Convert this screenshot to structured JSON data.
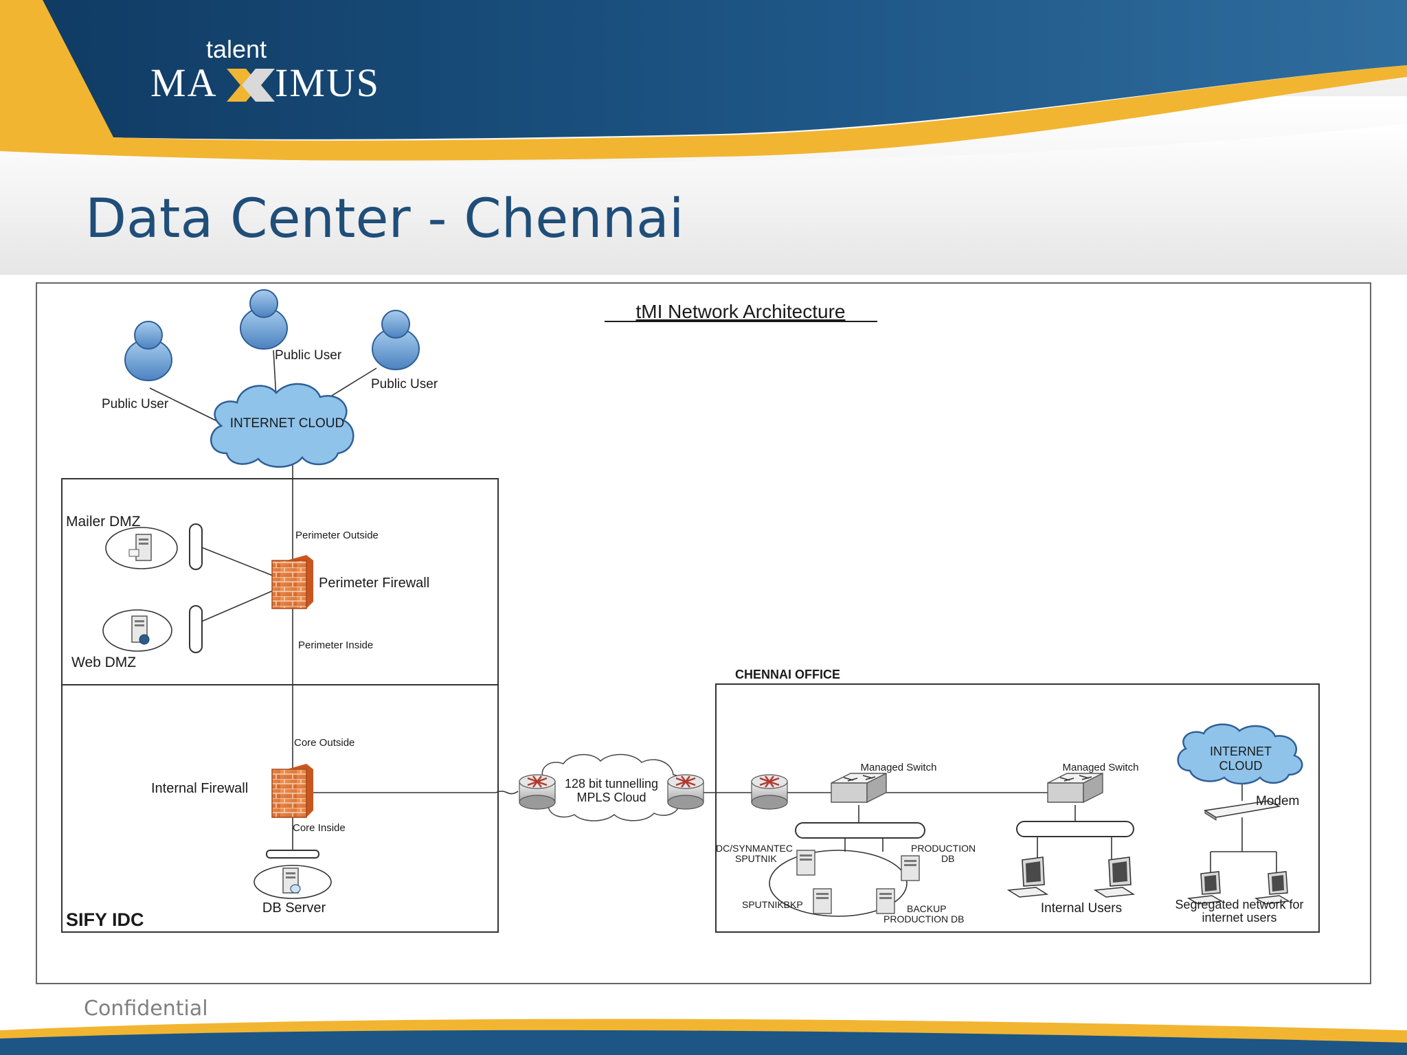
{
  "brand": {
    "logo_small": "talent",
    "logo_big_left": "MA",
    "logo_big_right": "IMUS"
  },
  "slide": {
    "title": "Data Center - Chennai",
    "footer": "Confidential"
  },
  "diagram": {
    "heading": "tMI Network Architecture",
    "public_user_left": "Public User",
    "public_user_center": "Public User",
    "public_user_right": "Public User",
    "internet_cloud": "INTERNET CLOUD",
    "mailer_dmz": "Mailer DMZ",
    "web_dmz": "Web DMZ",
    "perimeter_outside": "Perimeter Outside",
    "perimeter_firewall": "Perimeter Firewall",
    "perimeter_inside": "Perimeter Inside",
    "core_outside": "Core Outside",
    "internal_firewall": "Internal Firewall",
    "core_inside": "Core Inside",
    "db_server": "DB Server",
    "sify_idc": "SIFY IDC",
    "mpls_line1": "128 bit tunnelling",
    "mpls_line2": "MPLS Cloud",
    "chennai_office": "CHENNAI OFFICE",
    "managed_switch_1": "Managed Switch",
    "managed_switch_2": "Managed Switch",
    "dc_synmantec_line1": "DC/SYNMANTEC",
    "dc_synmantec_line2": "SPUTNIK",
    "production_db_line1": "PRODUCTION",
    "production_db_line2": "DB",
    "sputnikbkp": "SPUTNIKBKP",
    "backup_line1": "BACKUP",
    "backup_line2": "PRODUCTION DB",
    "internal_users": "Internal Users",
    "office_cloud_line1": "INTERNET",
    "office_cloud_line2": "CLOUD",
    "modem": "Modem",
    "segregated_line1": "Segregated network for",
    "segregated_line2": "internet users"
  },
  "colors": {
    "header_blue": "#1e4f7c",
    "header_gold": "#f0b429",
    "title_blue": "#1f4e79",
    "cloud_blue": "#8fc3ea",
    "firewall_orange": "#e07b39"
  }
}
